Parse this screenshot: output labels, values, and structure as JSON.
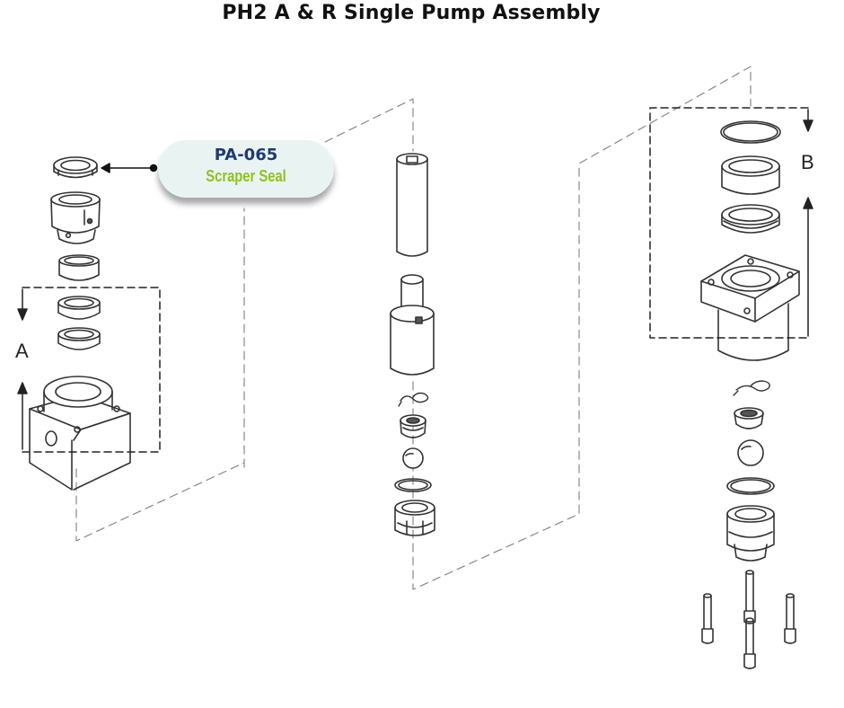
{
  "title": "PH2 A & R Single Pump Assembly",
  "callout": {
    "part_number": "PA-065",
    "part_name": "Scraper Seal"
  },
  "dimension_labels": {
    "a": "A",
    "b": "B"
  },
  "colors": {
    "line": "#333333",
    "callout_bg": "#e9f4f2",
    "part_number": "#1f3a73",
    "part_name": "#8dc21f"
  }
}
